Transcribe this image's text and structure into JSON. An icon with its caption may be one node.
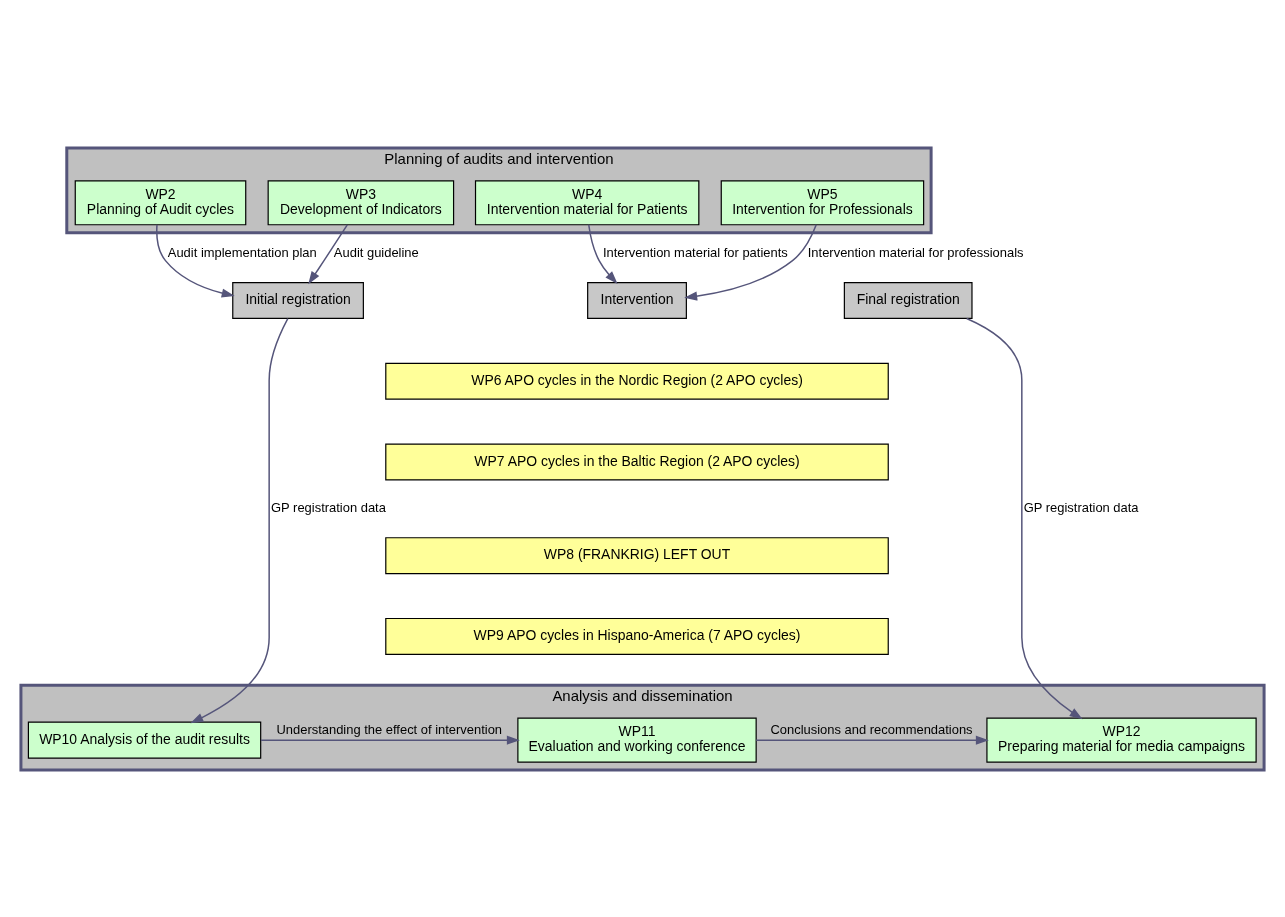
{
  "diagram": {
    "nodes": [
      {
        "text": [
          "Planning of audits and intervention"
        ]
      },
      {
        "text": [
          "WP2",
          "Planning of Audit cycles"
        ],
        "in": 0
      },
      {
        "text": [
          "WP3",
          "Development of Indicators"
        ],
        "in": 0
      },
      {
        "text": [
          "WP4",
          "Intervention material for Patients"
        ],
        "in": 0
      },
      {
        "text": [
          "WP5",
          "Intervention for Professionals"
        ],
        "in": 0
      },
      {
        "text": [
          "Initial registration"
        ]
      },
      {
        "text": [
          "Intervention"
        ]
      },
      {
        "text": [
          "Final registration"
        ]
      },
      {
        "text": [
          "WP6 APO cycles in the Nordic Region (2 APO cycles)"
        ]
      },
      {
        "text": [
          "WP7 APO cycles in the Baltic Region (2 APO cycles)"
        ]
      },
      {
        "text": [
          "WP8 (FRANKRIG) LEFT OUT"
        ]
      },
      {
        "text": [
          "WP9 APO cycles in Hispano-America (7 APO cycles)"
        ]
      },
      {
        "text": [
          "Analysis and dissemination"
        ]
      },
      {
        "text": [
          "WP10 Analysis of the audit results"
        ],
        "in": 12
      },
      {
        "text": [
          "WP11",
          "Evaluation and working conference"
        ],
        "in": 12
      },
      {
        "text": [
          "WP12",
          "Preparing material for media campaigns"
        ],
        "in": 12
      }
    ],
    "edges": [
      {
        "from": 1,
        "to": 5,
        "arrow": "to",
        "label": "Audit implementation plan"
      },
      {
        "from": 2,
        "to": 5,
        "arrow": "to",
        "label": "Audit guideline"
      },
      {
        "from": 3,
        "to": 6,
        "arrow": "to",
        "label": "Intervention material for patients"
      },
      {
        "from": 4,
        "to": 6,
        "arrow": "to",
        "label": "Intervention material for professionals"
      },
      {
        "from": 5,
        "to": 13,
        "arrow": "to",
        "label": "GP registration data"
      },
      {
        "from": 7,
        "to": 15,
        "arrow": "to",
        "label": "GP registration data"
      },
      {
        "from": 13,
        "to": 14,
        "arrow": "to",
        "label": "Understanding the effect of intervention"
      },
      {
        "from": 14,
        "to": 15,
        "arrow": "to",
        "label": "Conclusions and recommendations"
      }
    ]
  }
}
